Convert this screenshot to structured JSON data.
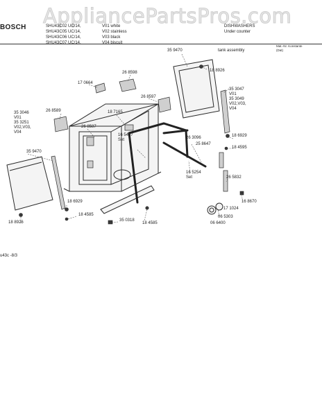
{
  "watermark": "AppliancePartsPros.com",
  "brand": "BOSCH",
  "header": {
    "models": [
      "SHU43C02 UC/14,",
      "SHU43C05 UC/14,",
      "SHU43C06 UC/14,",
      "SHU43C07 UC/14,"
    ],
    "variants": [
      "V01 white",
      "V02 stainless",
      "V03 black",
      "V04 biscuit"
    ],
    "category": "DISHWASHERS",
    "subcategory": "Under counter",
    "corner_note": "Mat.-Nr. Konstante",
    "corner_note2": "(Dat)"
  },
  "footer": "u43c -8/3",
  "parts": {
    "p359470_top": "35 9470",
    "tank_assembly": "tank assembly",
    "p188926_top": "18 8926",
    "p268598": "26 8598",
    "p170664": "17 0664",
    "p268597_a": "26 8597",
    "p353047": "35 3047",
    "v01_r": "V01",
    "p353049": "35 3049",
    "v0203_r": "V02,V03,",
    "v04_r": "V04",
    "p353046": "35 3046",
    "v01_l": "V01",
    "p353251": "35 3251",
    "v0203_l": "V02,V03,",
    "v04_l": "V04",
    "p268589": "26 8589",
    "p187165": "18 7165",
    "p268587": "26 8587",
    "p165467": "16 5467",
    "set_a": "Set",
    "p263096": "26 3096",
    "p258647": "25 8647",
    "p186929_r": "18 6929",
    "p184595_r": "18 4595",
    "p359470_left": "35 9470",
    "p165254": "16 5254",
    "set_b": "Set",
    "p265832": "26 5832",
    "p168670": "16 8670",
    "p171024": "17 1024",
    "p065303": "06 5303",
    "p066400": "06 6400",
    "p186929_l": "18 6929",
    "p184585_l": "18 4585",
    "p188926_bot": "18 8926",
    "p350318": "35 0318",
    "p184585_b": "18 4585"
  }
}
